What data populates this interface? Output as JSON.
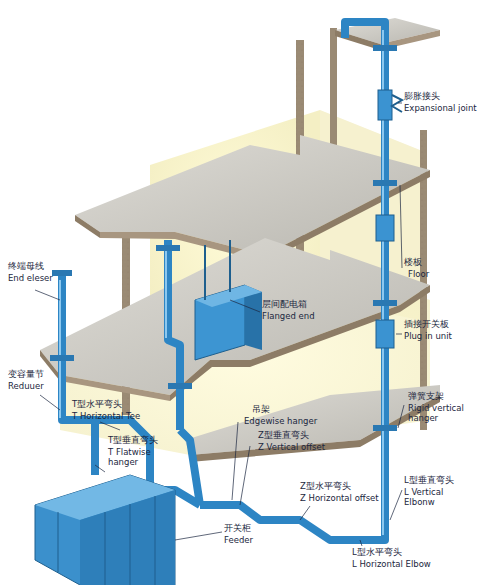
{
  "diagram": {
    "labels": [
      "膨胀接头",
      "Expansional joint",
      "楼板",
      "Floor",
      "插接开关板",
      "Plug in unit",
      "弹簧支架",
      "Rigid vertical hanger",
      "L型垂直弯头",
      "L Vertical Elbonw",
      "L型水平弯头",
      "L Horizontal Elbow",
      "Z型水平弯头",
      "Z Horizontal offset",
      "吊架",
      "Edgewise hanger",
      "Z型垂直弯头",
      "Z Vertical offset",
      "层间配电箱",
      "Flanged end",
      "终端母线",
      "End eleser",
      "变容量节",
      "Reduuer",
      "T型水平弯头",
      "T Horizontal Tee",
      "T型垂直弯头",
      "T Flatwise hanger",
      "开关柜",
      "Feeder"
    ]
  }
}
